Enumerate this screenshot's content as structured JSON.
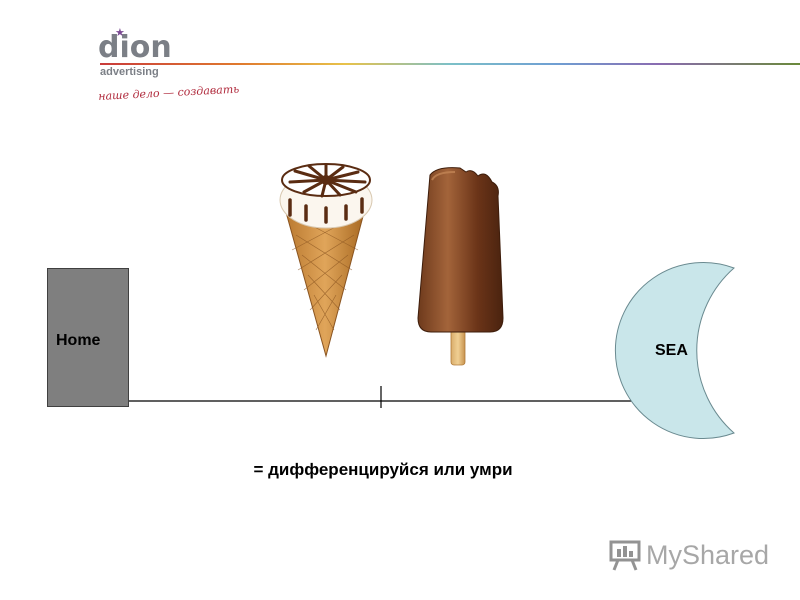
{
  "logo": {
    "name": "dion",
    "subtitle": "advertising",
    "tagline": "наше дело — создавать",
    "brand_color": "#7b7f86",
    "accent_color": "#7a4a93"
  },
  "diagram": {
    "home_label": "Home",
    "sea_label": "SEA",
    "caption": "= дифференцируйся или умри",
    "home_color": "#7f7f7f",
    "moon_color": "#c9e6ea"
  },
  "watermark": {
    "text": "MyShared",
    "icon": "presentation-board-icon"
  }
}
